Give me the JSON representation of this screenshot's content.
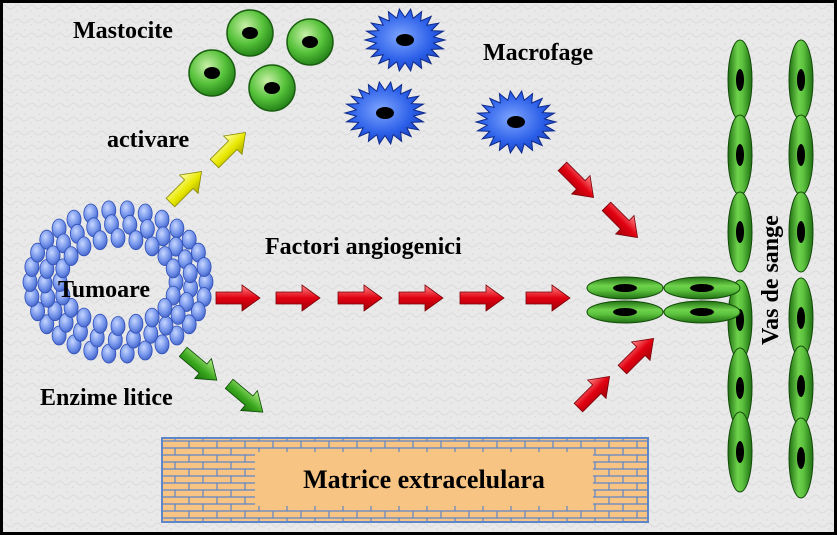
{
  "labels": {
    "mast_cells": "Mastocite",
    "macrophages": "Macrofage",
    "activation": "activare",
    "angiogenic_factors": "Factori angiogenici",
    "tumor": "Tumoare",
    "lytic_enzymes": "Enzime litice",
    "extracellular_matrix": "Matrice extracelulara",
    "blood_vessel": "Vas de sange"
  },
  "colors": {
    "background": "#e9e9e9",
    "border": "#000000",
    "tumor_cell": "#6f8fe6",
    "tumor_cell_stroke": "#2f4fb8",
    "mast_cell": "#35b02a",
    "macrophage": "#1f56e0",
    "vessel_cell": "#2f9e1f",
    "nucleus": "#000000",
    "arrow_angiogenic": "#e00010",
    "arrow_activation": "#e8e800",
    "arrow_lytic": "#1f8f0f",
    "matrix_fill": "#f7c483",
    "matrix_brick_line": "#5e86c8"
  },
  "icons": {
    "mast_cell": "round-cell-with-nucleus",
    "macrophage": "spiky-cell-with-nucleus",
    "tumor": "ring-of-cell-clusters",
    "vessel_cell": "elongated-endothelial-cell",
    "arrow": "block-arrow"
  }
}
